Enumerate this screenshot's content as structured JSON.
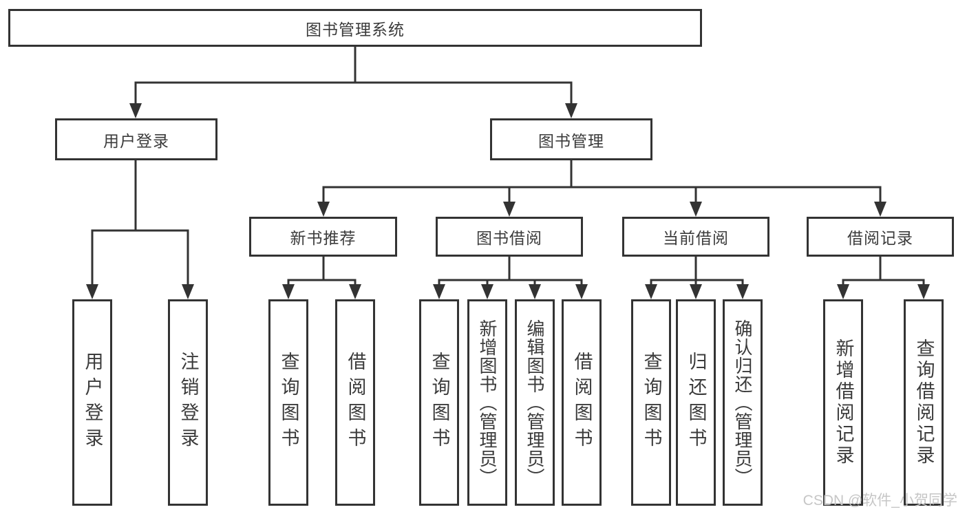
{
  "colors": {
    "line": "#333333",
    "box_border": "#333333",
    "text": "#3b3b3b",
    "watermark": "#c6c6c6",
    "background": "#ffffff"
  },
  "tree": {
    "root": "图书管理系统",
    "branches": [
      {
        "label": "用户登录",
        "leaves": [
          "用户登录",
          "注销登录"
        ]
      },
      {
        "label": "图书管理",
        "sections": [
          {
            "label": "新书推荐",
            "leaves": [
              "查询图书",
              "借阅图书"
            ]
          },
          {
            "label": "图书借阅",
            "leaves": [
              "查询图书",
              "新增图书（管理员）",
              "编辑图书（管理员）",
              "借阅图书"
            ]
          },
          {
            "label": "当前借阅",
            "leaves": [
              "查询图书",
              "归还图书",
              "确认归还（管理员）"
            ]
          },
          {
            "label": "借阅记录",
            "leaves": [
              "新增借阅记录",
              "查询借阅记录"
            ]
          }
        ]
      }
    ]
  },
  "watermark": "CSDN @软件_小贺同学"
}
